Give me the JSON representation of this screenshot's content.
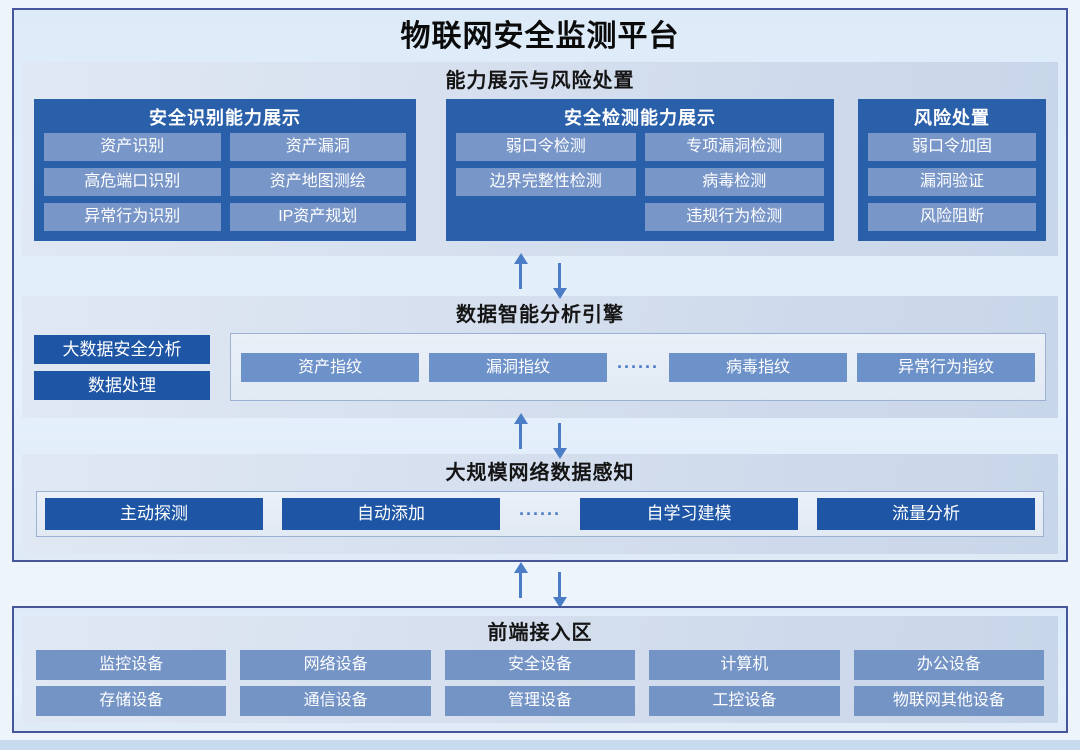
{
  "title": "物联网安全监测平台",
  "colors": {
    "outer_border": "#46569b",
    "group_header_blue": "#2a5fa9",
    "deep_blue": "#1e56a5",
    "cell_blue": "#7896c8",
    "fingerprint_blue": "#6d92c9",
    "device_blue": "#7494c6",
    "arrow_blue": "#4b7dc6"
  },
  "capability": {
    "title": "能力展示与风险处置",
    "groups": [
      {
        "title": "安全识别能力展示",
        "columns": [
          [
            "资产识别",
            "高危端口识别",
            "异常行为识别"
          ],
          [
            "资产漏洞",
            "资产地图测绘",
            "IP资产规划"
          ]
        ]
      },
      {
        "title": "安全检测能力展示",
        "columns": [
          [
            "弱口令检测",
            "边界完整性检测"
          ],
          [
            "专项漏洞检测",
            "病毒检测",
            "违规行为检测"
          ]
        ]
      },
      {
        "title": "风险处置",
        "columns": [
          [
            "弱口令加固",
            "漏洞验证",
            "风险阻断"
          ]
        ]
      }
    ]
  },
  "analysis": {
    "title": "数据智能分析引擎",
    "side_items": [
      "大数据安全分析",
      "数据处理"
    ],
    "items": [
      "资产指纹",
      "漏洞指纹",
      "······",
      "病毒指纹",
      "异常行为指纹"
    ]
  },
  "perception": {
    "title": "大规模网络数据感知",
    "items": [
      "主动探测",
      "自动添加",
      "······",
      "自学习建模",
      "流量分析"
    ]
  },
  "frontend": {
    "title": "前端接入区",
    "rows": [
      [
        "监控设备",
        "网络设备",
        "安全设备",
        "计算机",
        "办公设备"
      ],
      [
        "存储设备",
        "通信设备",
        "管理设备",
        "工控设备",
        "物联网其他设备"
      ]
    ]
  }
}
